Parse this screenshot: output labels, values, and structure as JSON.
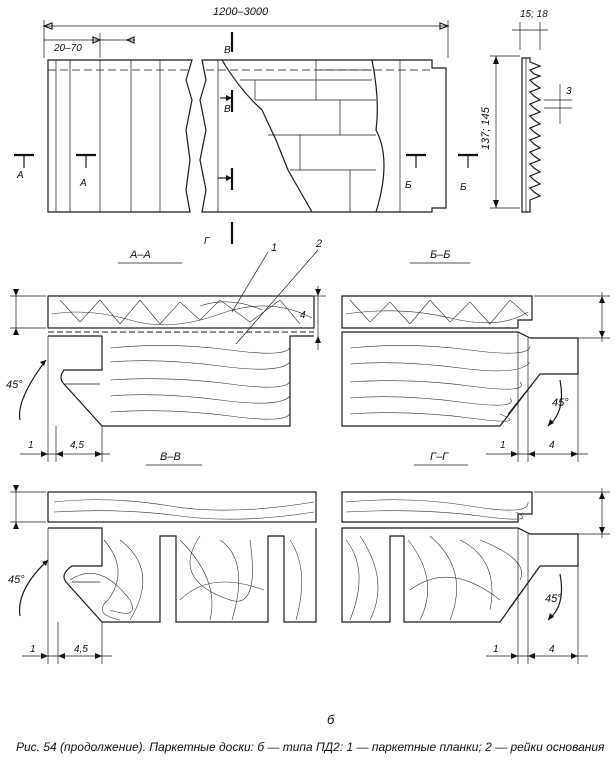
{
  "dimensions": {
    "overall_length": "1200–3000",
    "plank_width": "20–70",
    "tongue": "15; 18",
    "board_width": "137; 145",
    "groove_gap": "3",
    "dim_4": "4",
    "dim_1": "1",
    "dim_4_5": "4,5",
    "angle": "45°"
  },
  "section_letters": {
    "a": "А",
    "b": "Б",
    "v": "В",
    "g": "Г"
  },
  "section_titles": {
    "aa": "А–А",
    "bb": "Б–Б",
    "vv": "В–В",
    "gg": "Г–Г"
  },
  "callouts": {
    "planks": "1",
    "base_rails": "2"
  },
  "figure_letter": "б",
  "caption": "Рис. 54 (продолжение). Паркетные доски: б — типа ПД2: 1 — паркетные планки; 2 — рейки основания"
}
